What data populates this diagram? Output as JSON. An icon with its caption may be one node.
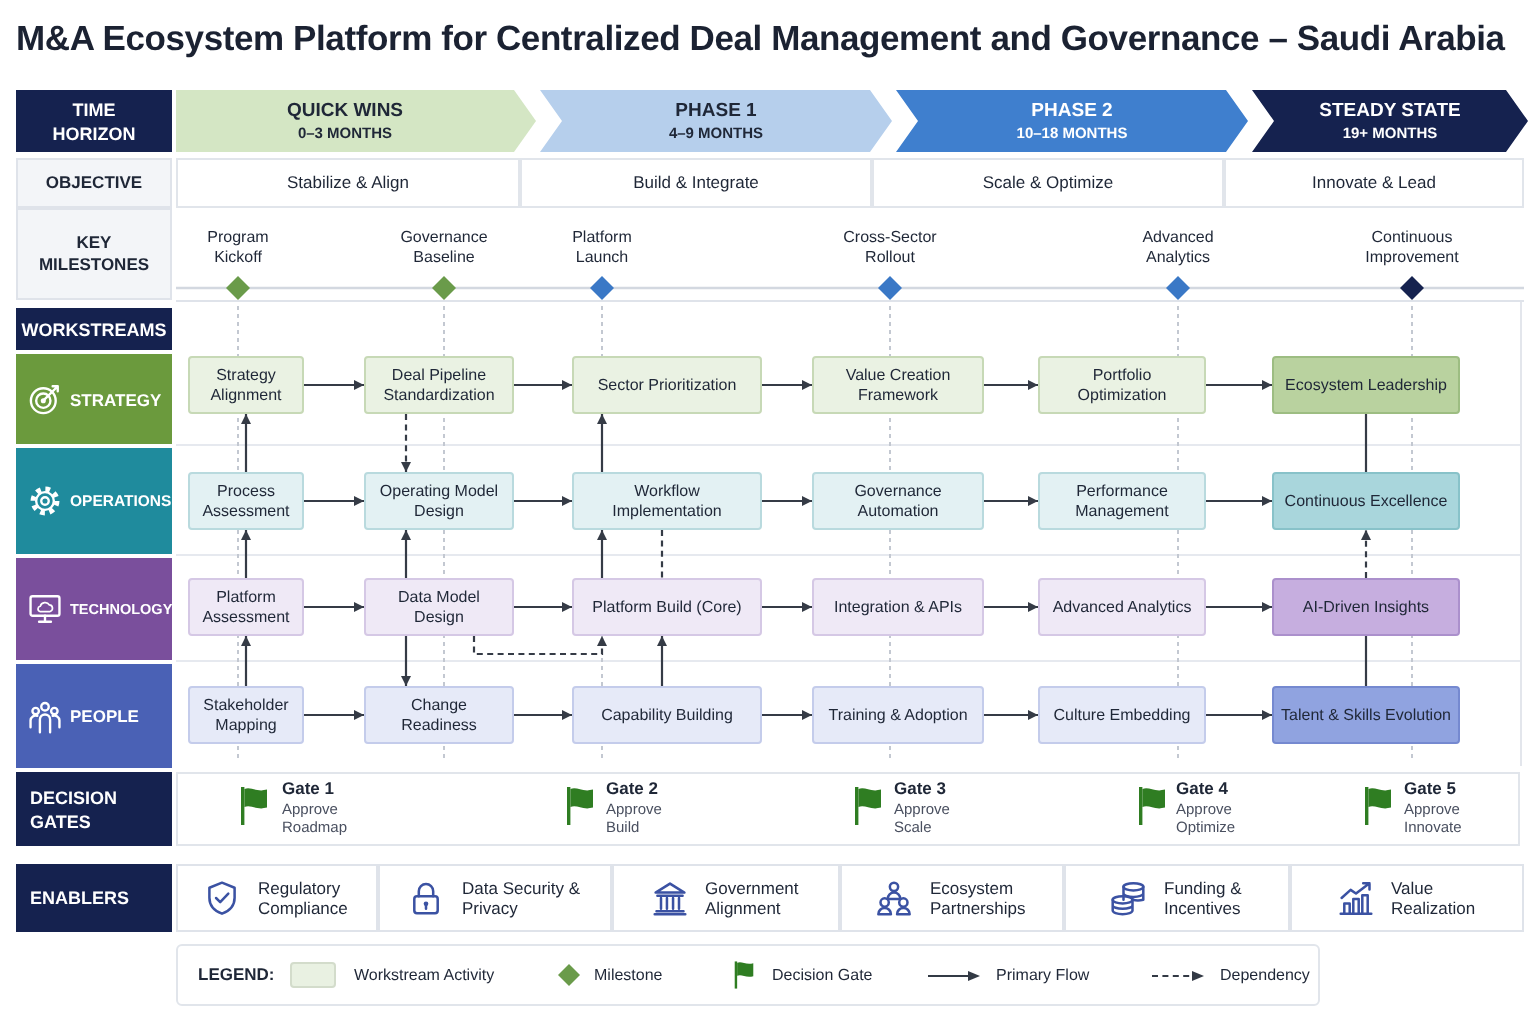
{
  "diagram": {
    "title": "M&A Ecosystem Platform for Centralized Deal Management and Governance – Saudi Arabia",
    "nodes": [
      {
        "text": [
          "TIME HORIZON"
        ]
      },
      {
        "text": [
          "QUICK WINS",
          "0–3 MONTHS"
        ]
      },
      {
        "text": [
          "PHASE 1",
          "4–9 MONTHS"
        ]
      },
      {
        "text": [
          "PHASE 2",
          "10–18 MONTHS"
        ]
      },
      {
        "text": [
          "STEADY STATE",
          "19+ MONTHS"
        ]
      },
      {
        "text": [
          "OBJECTIVE"
        ]
      },
      {
        "text": [
          "Stabilize & Align"
        ]
      },
      {
        "text": [
          "Build & Integrate"
        ]
      },
      {
        "text": [
          "Scale & Optimize"
        ]
      },
      {
        "text": [
          "Innovate & Lead"
        ]
      },
      {
        "text": [
          "KEY MILESTONES"
        ]
      },
      {
        "text": [],
        "shape": "diamond",
        "beside": [
          "Program Kickoff"
        ]
      },
      {
        "text": [],
        "shape": "diamond",
        "beside": [
          "Governance Baseline"
        ]
      },
      {
        "text": [],
        "shape": "diamond",
        "beside": [
          "Platform Launch"
        ]
      },
      {
        "text": [],
        "shape": "diamond",
        "beside": [
          "Cross-Sector Rollout"
        ]
      },
      {
        "text": [],
        "shape": "diamond",
        "beside": [
          "Advanced Analytics"
        ]
      },
      {
        "text": [],
        "shape": "diamond",
        "beside": [
          "Continuous Improvement"
        ]
      },
      {
        "text": [
          "WORKSTREAMS"
        ]
      },
      {
        "text": [
          "STRATEGY"
        ]
      },
      {
        "text": [
          "Strategy Alignment"
        ]
      },
      {
        "text": [
          "Deal Pipeline Standardization"
        ]
      },
      {
        "text": [
          "Sector Prioritization"
        ]
      },
      {
        "text": [
          "Value Creation Framework"
        ]
      },
      {
        "text": [
          "Portfolio Optimization"
        ]
      },
      {
        "text": [
          "Ecosystem Leadership"
        ]
      },
      {
        "text": [
          "OPERATIONS"
        ]
      },
      {
        "text": [
          "Process Assessment"
        ]
      },
      {
        "text": [
          "Operating Model Design"
        ]
      },
      {
        "text": [
          "Workflow Implementation"
        ]
      },
      {
        "text": [
          "Governance Automation"
        ]
      },
      {
        "text": [
          "Performance Management"
        ]
      },
      {
        "text": [
          "Continuous Excellence"
        ]
      },
      {
        "text": [
          "TECHNOLOGY"
        ]
      },
      {
        "text": [
          "Platform Assessment"
        ]
      },
      {
        "text": [
          "Data Model Design"
        ]
      },
      {
        "text": [
          "Platform Build (Core)"
        ]
      },
      {
        "text": [
          "Integration & APIs"
        ]
      },
      {
        "text": [
          "Advanced Analytics"
        ]
      },
      {
        "text": [
          "AI-Driven Insights"
        ]
      },
      {
        "text": [
          "PEOPLE"
        ]
      },
      {
        "text": [
          "Stakeholder Mapping"
        ]
      },
      {
        "text": [
          "Change Readiness"
        ]
      },
      {
        "text": [
          "Capability Building"
        ]
      },
      {
        "text": [
          "Training & Adoption"
        ]
      },
      {
        "text": [
          "Culture Embedding"
        ]
      },
      {
        "text": [
          "Talent & Skills Evolution"
        ]
      },
      {
        "text": [
          "DECISION GATES"
        ]
      },
      {
        "text": [
          "ENABLERS"
        ]
      },
      {
        "text": [
          "Regulatory Compliance"
        ]
      },
      {
        "text": [
          "Data Security & Privacy"
        ]
      },
      {
        "text": [
          "Government Alignment"
        ]
      },
      {
        "text": [
          "Ecosystem Partnerships"
        ]
      },
      {
        "text": [
          "Funding & Incentives"
        ]
      },
      {
        "text": [
          "Value Realization"
        ]
      }
    ],
    "edges": [
      {
        "from": 19,
        "to": 20,
        "arrow": "to"
      },
      {
        "from": 20,
        "to": 21,
        "arrow": "to"
      },
      {
        "from": 21,
        "to": 22,
        "arrow": "to"
      },
      {
        "from": 22,
        "to": 23,
        "arrow": "to"
      },
      {
        "from": 23,
        "to": 24,
        "arrow": "to"
      },
      {
        "from": 26,
        "to": 27,
        "arrow": "to"
      },
      {
        "from": 27,
        "to": 28,
        "arrow": "to"
      },
      {
        "from": 28,
        "to": 29,
        "arrow": "to"
      },
      {
        "from": 29,
        "to": 30,
        "arrow": "to"
      },
      {
        "from": 30,
        "to": 31,
        "arrow": "to"
      },
      {
        "from": 33,
        "to": 34,
        "arrow": "to"
      },
      {
        "from": 34,
        "to": 35,
        "arrow": "to"
      },
      {
        "from": 35,
        "to": 36,
        "arrow": "to"
      },
      {
        "from": 36,
        "to": 37,
        "arrow": "to"
      },
      {
        "from": 37,
        "to": 38,
        "arrow": "to"
      },
      {
        "from": 40,
        "to": 41,
        "arrow": "to"
      },
      {
        "from": 41,
        "to": 42,
        "arrow": "to"
      },
      {
        "from": 42,
        "to": 43,
        "arrow": "to"
      },
      {
        "from": 43,
        "to": 44,
        "arrow": "to"
      },
      {
        "from": 44,
        "to": 45,
        "arrow": "to"
      },
      {
        "from": 26,
        "to": 19,
        "arrow": "to"
      },
      {
        "from": 33,
        "to": 26,
        "arrow": "to"
      },
      {
        "from": 40,
        "to": 33,
        "arrow": "to"
      },
      {
        "from": 20,
        "to": 27,
        "arrow": "to",
        "style": "dashed"
      },
      {
        "from": 34,
        "to": 27,
        "arrow": "to"
      },
      {
        "from": 34,
        "to": 41,
        "arrow": "to"
      },
      {
        "from": 34,
        "to": 35,
        "arrow": "to",
        "style": "dashed"
      },
      {
        "from": 28,
        "to": 21,
        "arrow": "to"
      },
      {
        "from": 35,
        "to": 28,
        "arrow": "to"
      },
      {
        "from": 28,
        "to": 35,
        "arrow": "none",
        "style": "dashed"
      },
      {
        "from": 42,
        "to": 35,
        "arrow": "to"
      },
      {
        "from": 31,
        "to": 24,
        "arrow": "none"
      },
      {
        "from": 38,
        "to": 31,
        "arrow": "to",
        "style": "dashed"
      },
      {
        "from": 45,
        "to": 38,
        "arrow": "none"
      }
    ],
    "labels": [
      "Gate 1",
      "Approve Roadmap",
      "Gate 2",
      "Approve Build",
      "Gate 3",
      "Approve Scale",
      "Gate 4",
      "Approve Optimize",
      "Gate 5",
      "Approve Innovate",
      "LEGEND:"
    ],
    "legend": [
      {
        "text": "Workstream Activity",
        "color": "#e9f1e2"
      },
      {
        "text": "Milestone"
      },
      {
        "text": "Decision Gate"
      },
      {
        "text": "Primary Flow"
      },
      {
        "text": "Dependency"
      }
    ]
  }
}
